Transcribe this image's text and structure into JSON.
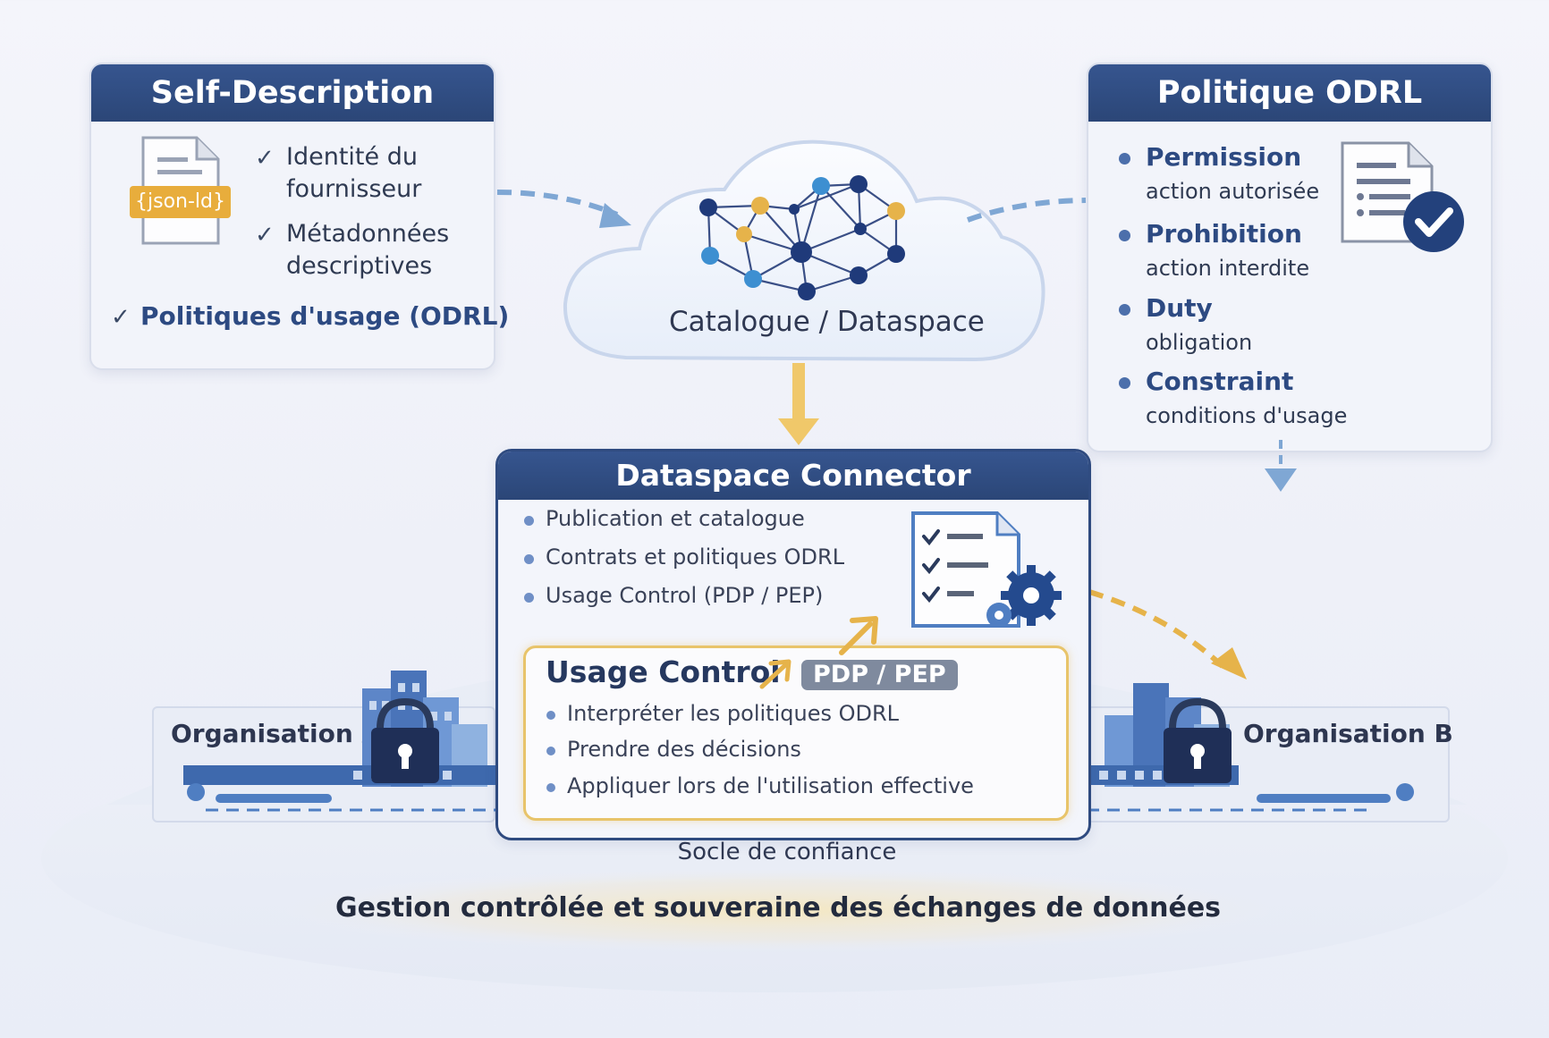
{
  "self_description": {
    "title": "Self-Description",
    "badge": "{json-ld}",
    "items": [
      "Identité du\nfournisseur",
      "Métadonnées\ndescriptives"
    ],
    "item_lines": [
      [
        "Identité du",
        "fournisseur"
      ],
      [
        "Métadonnées",
        "descriptives"
      ]
    ],
    "policies": "Politiques d'usage (ODRL)"
  },
  "catalogue": {
    "label": "Catalogue / Dataspace"
  },
  "politique": {
    "title": "Politique ODRL",
    "items": [
      {
        "name": "Permission",
        "desc": "action autorisée"
      },
      {
        "name": "Prohibition",
        "desc": "action interdite"
      },
      {
        "name": "Duty",
        "desc": "obligation"
      },
      {
        "name": "Constraint",
        "desc": "conditions d'usage"
      }
    ]
  },
  "connector": {
    "title": "Dataspace Connector",
    "items": [
      "Publication et catalogue",
      "Contrats et politiques ODRL",
      "Usage Control (PDP / PEP)"
    ]
  },
  "usage_control": {
    "title": "Usage Control",
    "badge": "PDP / PEP",
    "items": [
      "Interpréter les politiques ODRL",
      "Prendre des décisions",
      "Appliquer lors de l'utilisation effective"
    ]
  },
  "org_a": {
    "label": "Organisation A"
  },
  "org_b": {
    "label": "Organisation B"
  },
  "trust": {
    "label": "Socle de confiance"
  },
  "footer": {
    "text": "Gestion contrôlée et souveraine des échanges de données"
  },
  "colors": {
    "navy": "#2b4677",
    "accent_gold": "#e6b34a",
    "node_blue": "#1f3a7a",
    "node_light": "#3d8fd1"
  }
}
